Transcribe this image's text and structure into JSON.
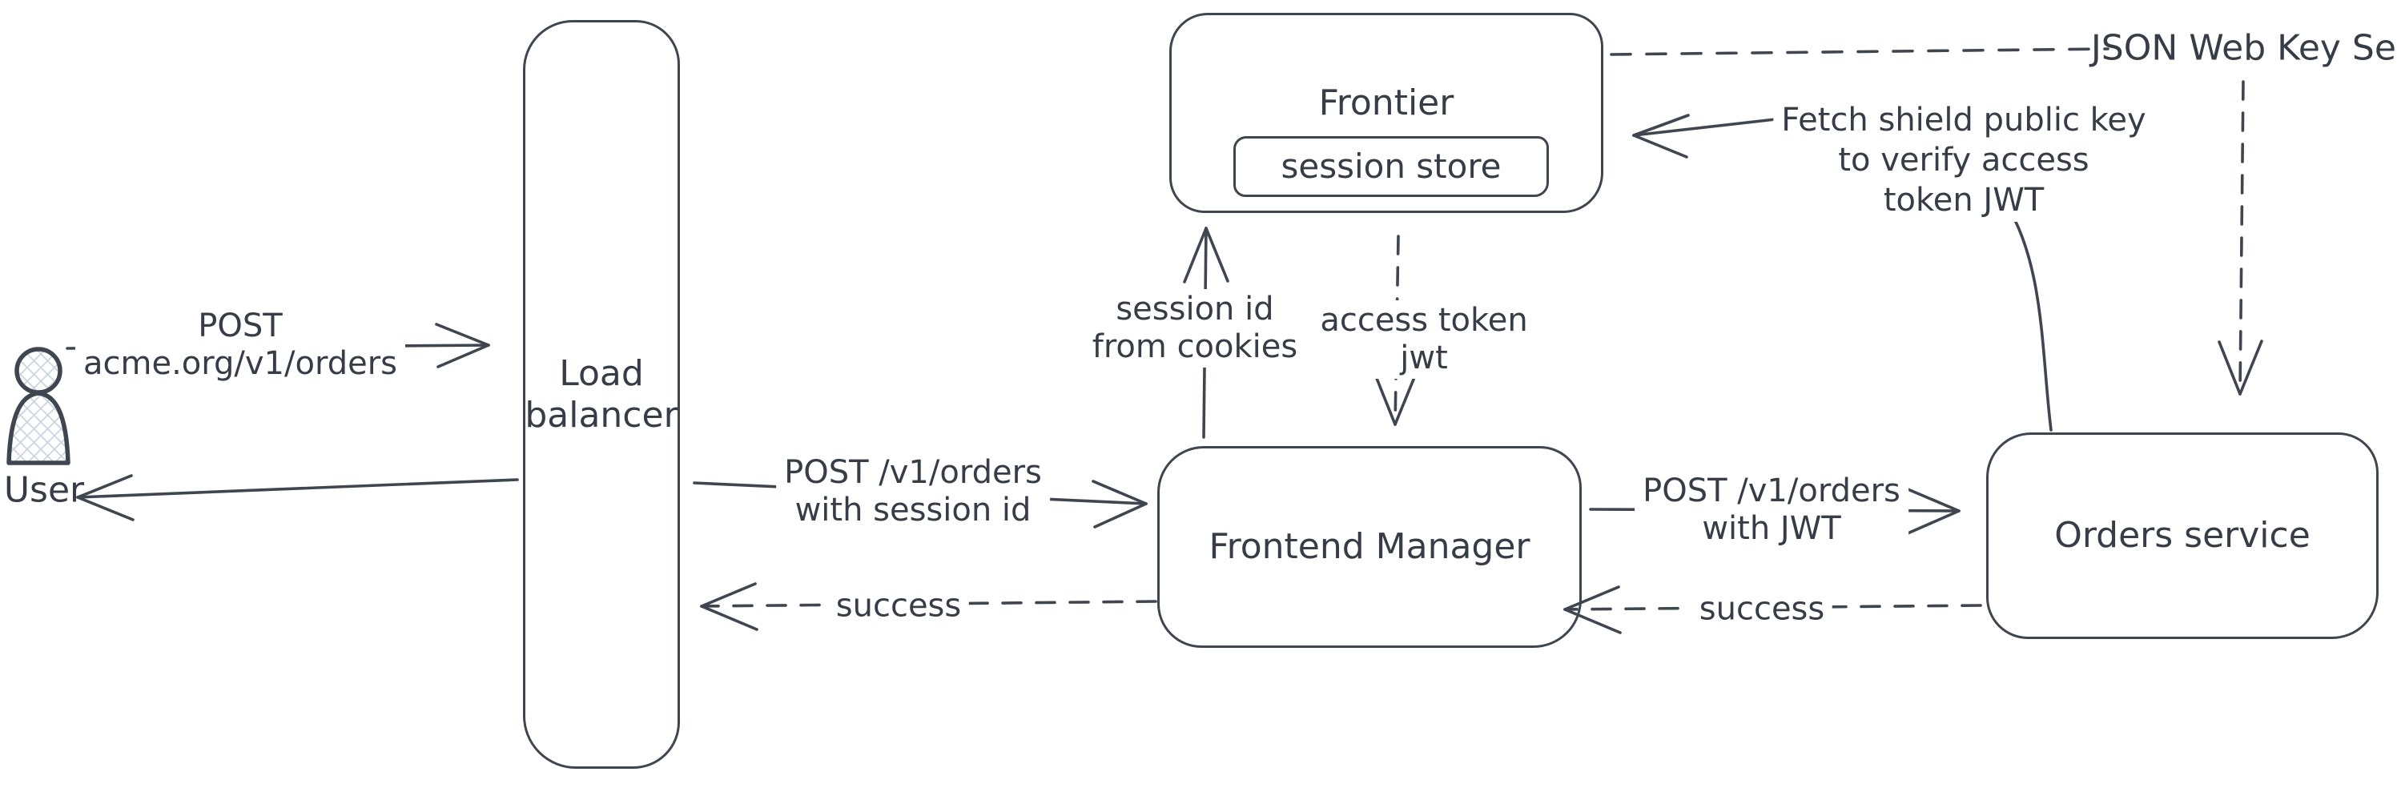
{
  "canvas": {
    "background": "#ffffff",
    "ink_color": "#3f4650",
    "hatch_fill_color": "#cdd5e0"
  },
  "nodes": {
    "user": {
      "label": "User"
    },
    "load_balancer": {
      "lines": [
        "Load",
        "balancer"
      ]
    },
    "frontier": {
      "title": "Frontier",
      "session_store": {
        "label": "session store"
      }
    },
    "frontend_manager": {
      "lines": [
        "Frontend",
        "Manager"
      ]
    },
    "orders_service": {
      "label": "Orders service"
    },
    "jwks": {
      "label": "JSON Web Key Set"
    }
  },
  "edges": {
    "user_to_lb": {
      "lines": [
        "POST",
        "acme.org/v1/orders"
      ]
    },
    "lb_to_fm": {
      "lines": [
        "POST /v1/orders",
        "with session id"
      ]
    },
    "fm_to_lb_success": {
      "label": "success"
    },
    "fm_to_orders": {
      "lines": [
        "POST /v1/orders",
        "with JWT"
      ]
    },
    "orders_to_fm_success": {
      "label": "success"
    },
    "fm_to_frontier": {
      "lines": [
        "session id",
        "from cookies"
      ]
    },
    "frontier_to_fm": {
      "lines": [
        "access token",
        "jwt"
      ]
    },
    "orders_to_frontier": {
      "lines": [
        "Fetch shield public key",
        "to verify access",
        "token JWT"
      ]
    }
  }
}
